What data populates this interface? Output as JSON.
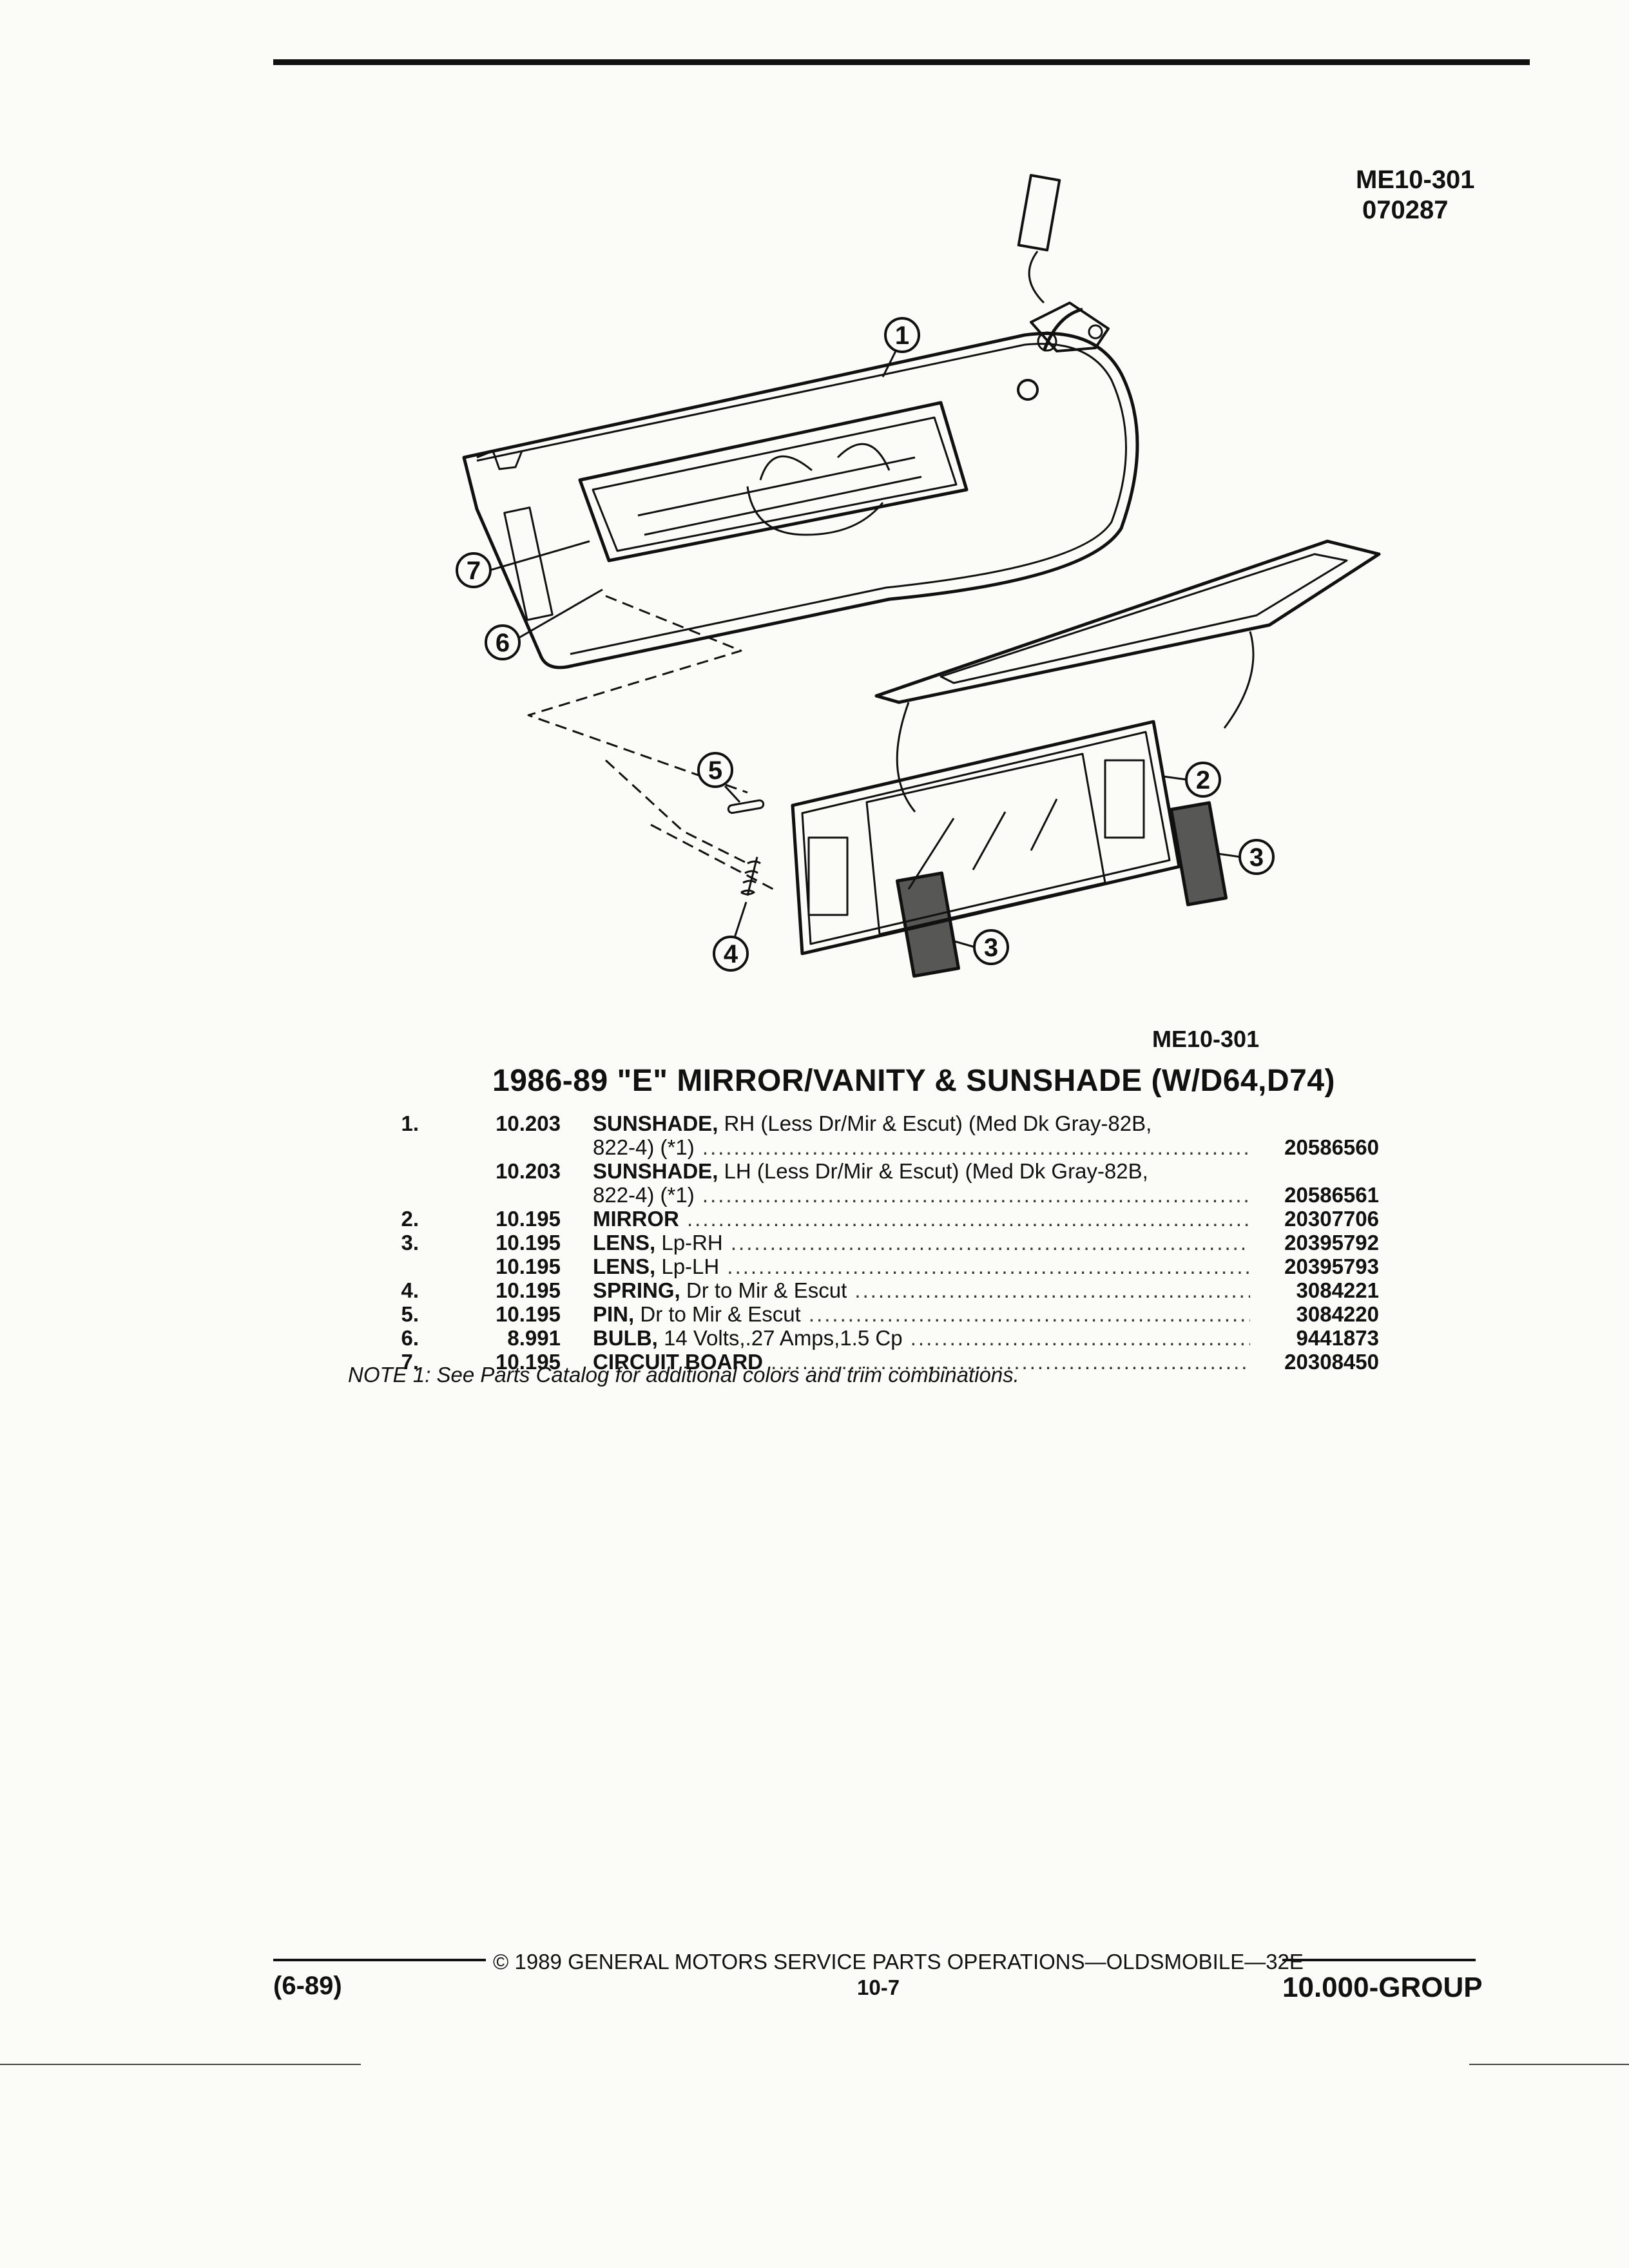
{
  "header": {
    "figure_code": "ME10-301",
    "figure_date": "070287"
  },
  "illustration": {
    "caption": "ME10-301",
    "callouts": [
      "1",
      "2",
      "3",
      "3",
      "4",
      "5",
      "6",
      "7"
    ]
  },
  "section": {
    "title": "1986-89 \"E\" MIRROR/VANITY & SUNSHADE (W/D64,D74)"
  },
  "parts": [
    {
      "item": "1.",
      "group": "10.203",
      "name": "SUNSHADE,",
      "desc": " RH (Less Dr/Mir & Escut) (Med Dk Gray-82B,",
      "part": ""
    },
    {
      "item": "",
      "group": "",
      "name": "",
      "desc": "822-4) (*1)",
      "part": "20586560"
    },
    {
      "item": "",
      "group": "10.203",
      "name": "SUNSHADE,",
      "desc": " LH (Less Dr/Mir & Escut) (Med Dk Gray-82B,",
      "part": ""
    },
    {
      "item": "",
      "group": "",
      "name": "",
      "desc": "822-4) (*1)",
      "part": "20586561"
    },
    {
      "item": "2.",
      "group": "10.195",
      "name": "MIRROR",
      "desc": "",
      "part": "20307706"
    },
    {
      "item": "3.",
      "group": "10.195",
      "name": "LENS,",
      "desc": " Lp-RH",
      "part": "20395792"
    },
    {
      "item": "",
      "group": "10.195",
      "name": "LENS,",
      "desc": " Lp-LH",
      "part": "20395793"
    },
    {
      "item": "4.",
      "group": "10.195",
      "name": "SPRING,",
      "desc": " Dr to Mir & Escut",
      "part": "3084221"
    },
    {
      "item": "5.",
      "group": "10.195",
      "name": "PIN,",
      "desc": " Dr to Mir & Escut",
      "part": "3084220"
    },
    {
      "item": "6.",
      "group": "8.991",
      "name": "BULB,",
      "desc": " 14 Volts,.27 Amps,1.5 Cp",
      "part": "9441873"
    },
    {
      "item": "7.",
      "group": "10.195",
      "name": "CIRCUIT BOARD",
      "desc": "",
      "part": "20308450"
    }
  ],
  "note": "NOTE 1: See Parts Catalog for additional colors and trim combinations.",
  "footer": {
    "copyright": "© 1989 GENERAL MOTORS SERVICE PARTS OPERATIONS—OLDSMOBILE—32E",
    "date_code": "(6-89)",
    "page": "10-7",
    "group": "10.000-GROUP"
  }
}
